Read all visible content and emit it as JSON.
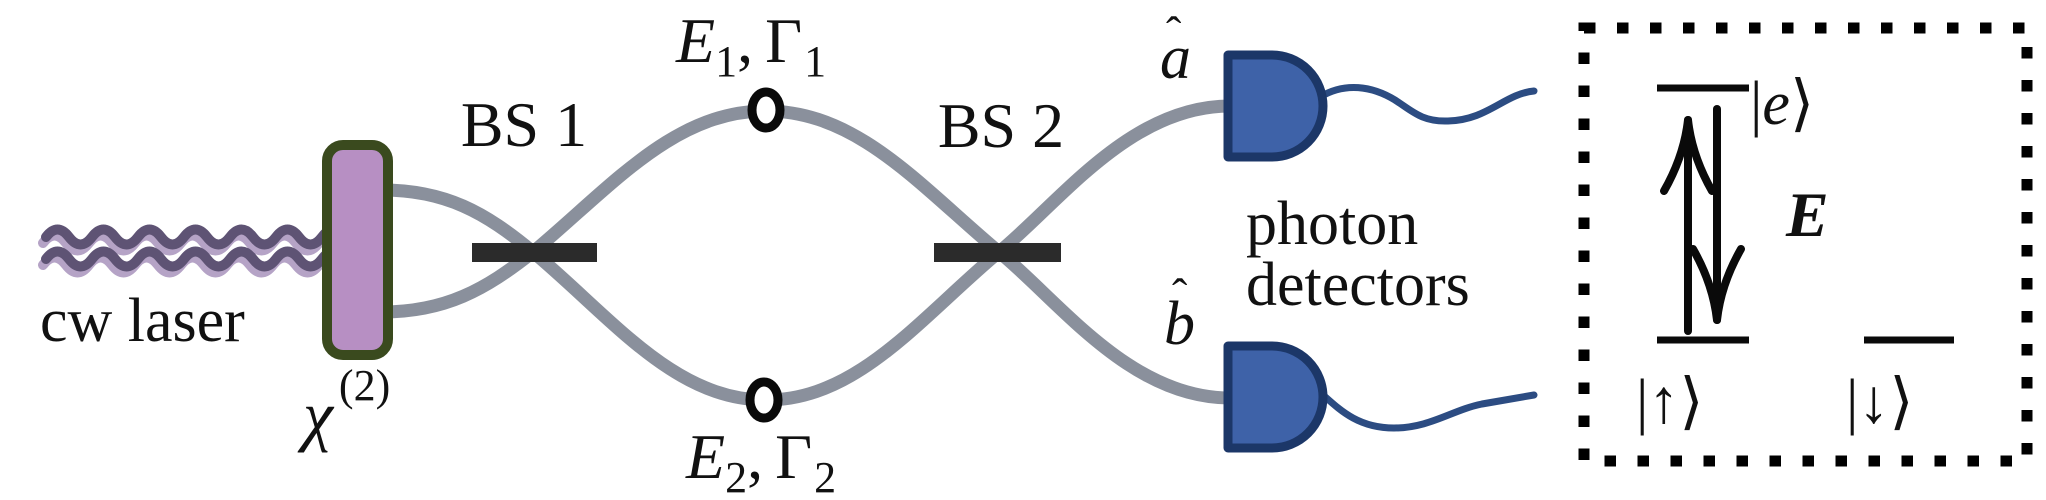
{
  "figure": "two-mode interferometer with chi(2) source, beam splitters, photon detectors and atomic level inset",
  "colors": {
    "background": "#ffffff",
    "text": "#111111",
    "laser_wave": "#5E5374",
    "laser_wave_highlight": "#B5A3C6",
    "crystal_fill": "#B78FC3",
    "crystal_border": "#3A4A1E",
    "waveguide": "#8A909C",
    "beamsplitter": "#2B2B2B",
    "phase_ring": "#0A0A0A",
    "detector_fill": "#3E62A8",
    "detector_border": "#1C3768",
    "detector_wire": "#2C4C82",
    "inset_border": "#000000"
  },
  "labels": {
    "cw_laser": "cw laser",
    "crystal": {
      "chi": "χ",
      "sup": "(2)"
    },
    "bs1": "BS 1",
    "bs2": "BS 2",
    "arm_top": {
      "e": "E",
      "e_sub": "1",
      "comma": ",",
      "gamma": "Γ",
      "g_sub": "1"
    },
    "arm_bottom": {
      "e": "E",
      "e_sub": "2",
      "comma": ",",
      "gamma": "Γ",
      "g_sub": "2"
    },
    "mode_a": {
      "hat": "ˆ",
      "letter": "a"
    },
    "mode_b": {
      "hat": "ˆ",
      "letter": "b"
    },
    "photon_detectors": {
      "line1": "photon",
      "line2": "detectors"
    }
  },
  "inset": {
    "excited_ket": {
      "open": "|",
      "letter": "e",
      "close": "⟩"
    },
    "transition": "E",
    "spin_up": "|↑⟩",
    "spin_down": "|↓⟩"
  }
}
